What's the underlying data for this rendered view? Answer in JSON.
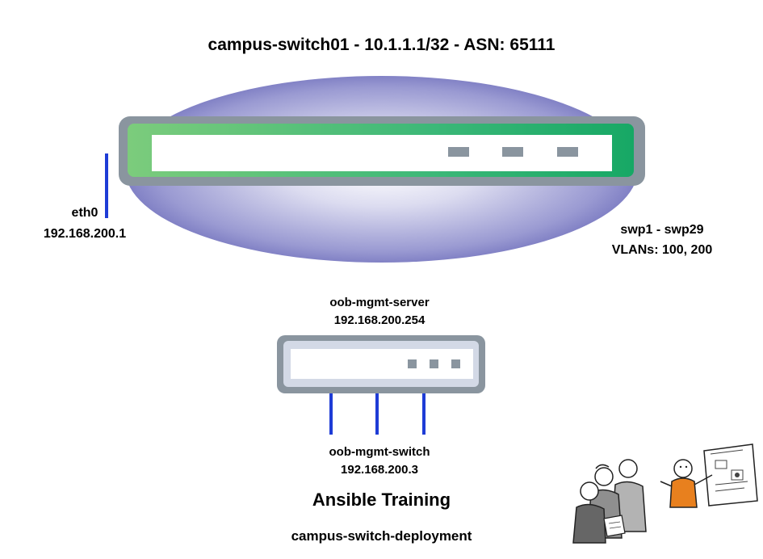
{
  "diagram": {
    "title": "campus-switch01 - 10.1.1.1/32 - ASN: 65111",
    "eth0": {
      "interface": "eth0",
      "ip": "192.168.200.1"
    },
    "swp": {
      "ports": "swp1 - swp29",
      "vlans": "VLANs: 100, 200"
    },
    "oob_server": {
      "name": "oob-mgmt-server",
      "ip": "192.168.200.254"
    },
    "oob_switch": {
      "name": "oob-mgmt-switch",
      "ip": "192.168.200.3"
    },
    "subtitle": "Ansible Training",
    "footer": "campus-switch-deployment"
  },
  "colors": {
    "link": "#1e3cd6",
    "switch_frame": "#8a959f",
    "switch_green": "#3cb878",
    "ellipse_dark": "#30309a",
    "person_orange": "#e8801e"
  }
}
